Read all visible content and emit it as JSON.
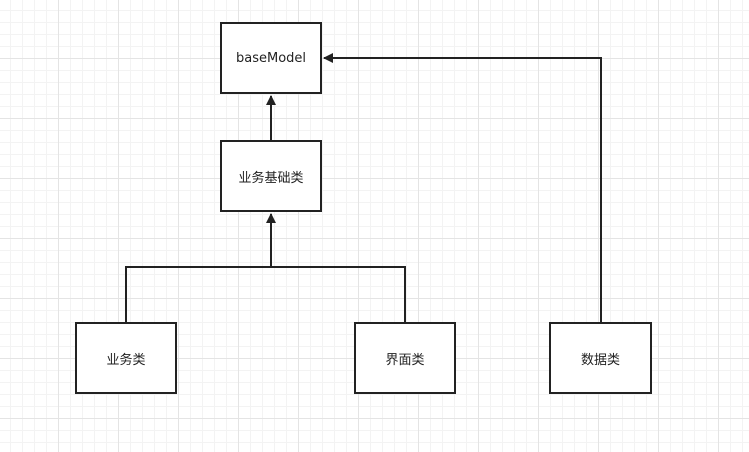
{
  "diagram": {
    "nodes": {
      "base_model": "baseModel",
      "business_base": "业务基础类",
      "business": "业务类",
      "ui": "界面类",
      "data": "数据类"
    },
    "edges": [
      {
        "from": "business_base",
        "to": "base_model"
      },
      {
        "from": "business",
        "to": "business_base"
      },
      {
        "from": "ui",
        "to": "business_base"
      },
      {
        "from": "data",
        "to": "base_model"
      }
    ],
    "colors": {
      "stroke": "#222222",
      "grid": "#e4e4e4",
      "background": "#ffffff"
    }
  }
}
